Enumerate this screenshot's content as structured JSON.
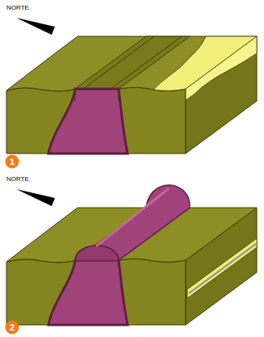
{
  "diagram": {
    "nodes": [
      {
        "text": [
          "1"
        ]
      },
      {
        "text": [
          "2"
        ]
      }
    ],
    "labels": [
      "NORTE",
      "NORTE"
    ]
  }
}
